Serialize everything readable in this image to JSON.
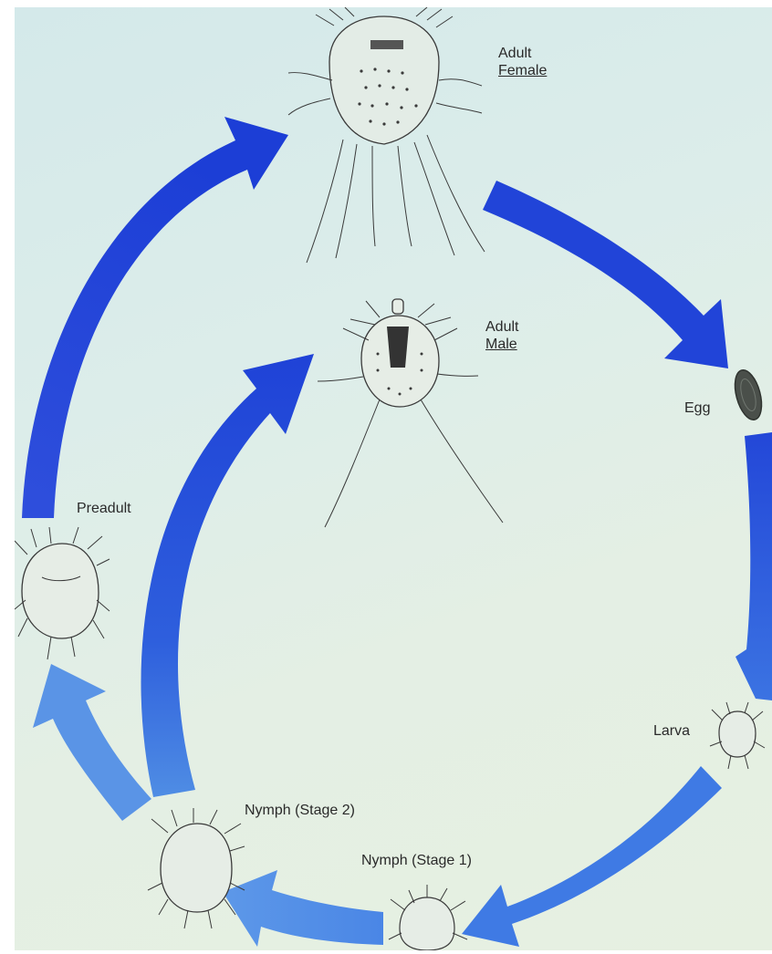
{
  "colors": {
    "arrow_dark": "#1f40d6",
    "arrow_mid": "#3a6ee2",
    "arrow_light": "#5a95e6",
    "background": "#dcedea",
    "ink": "#3a3a3a",
    "egg": "#4a4f4a"
  },
  "stages": {
    "adult_female": {
      "line1": "Adult",
      "line2": "Female"
    },
    "adult_male": {
      "line1": "Adult",
      "line2": "Male"
    },
    "egg": "Egg",
    "larva": "Larva",
    "nymph1": "Nymph (Stage 1)",
    "nymph2": "Nymph (Stage 2)",
    "preadult": "Preadult"
  }
}
